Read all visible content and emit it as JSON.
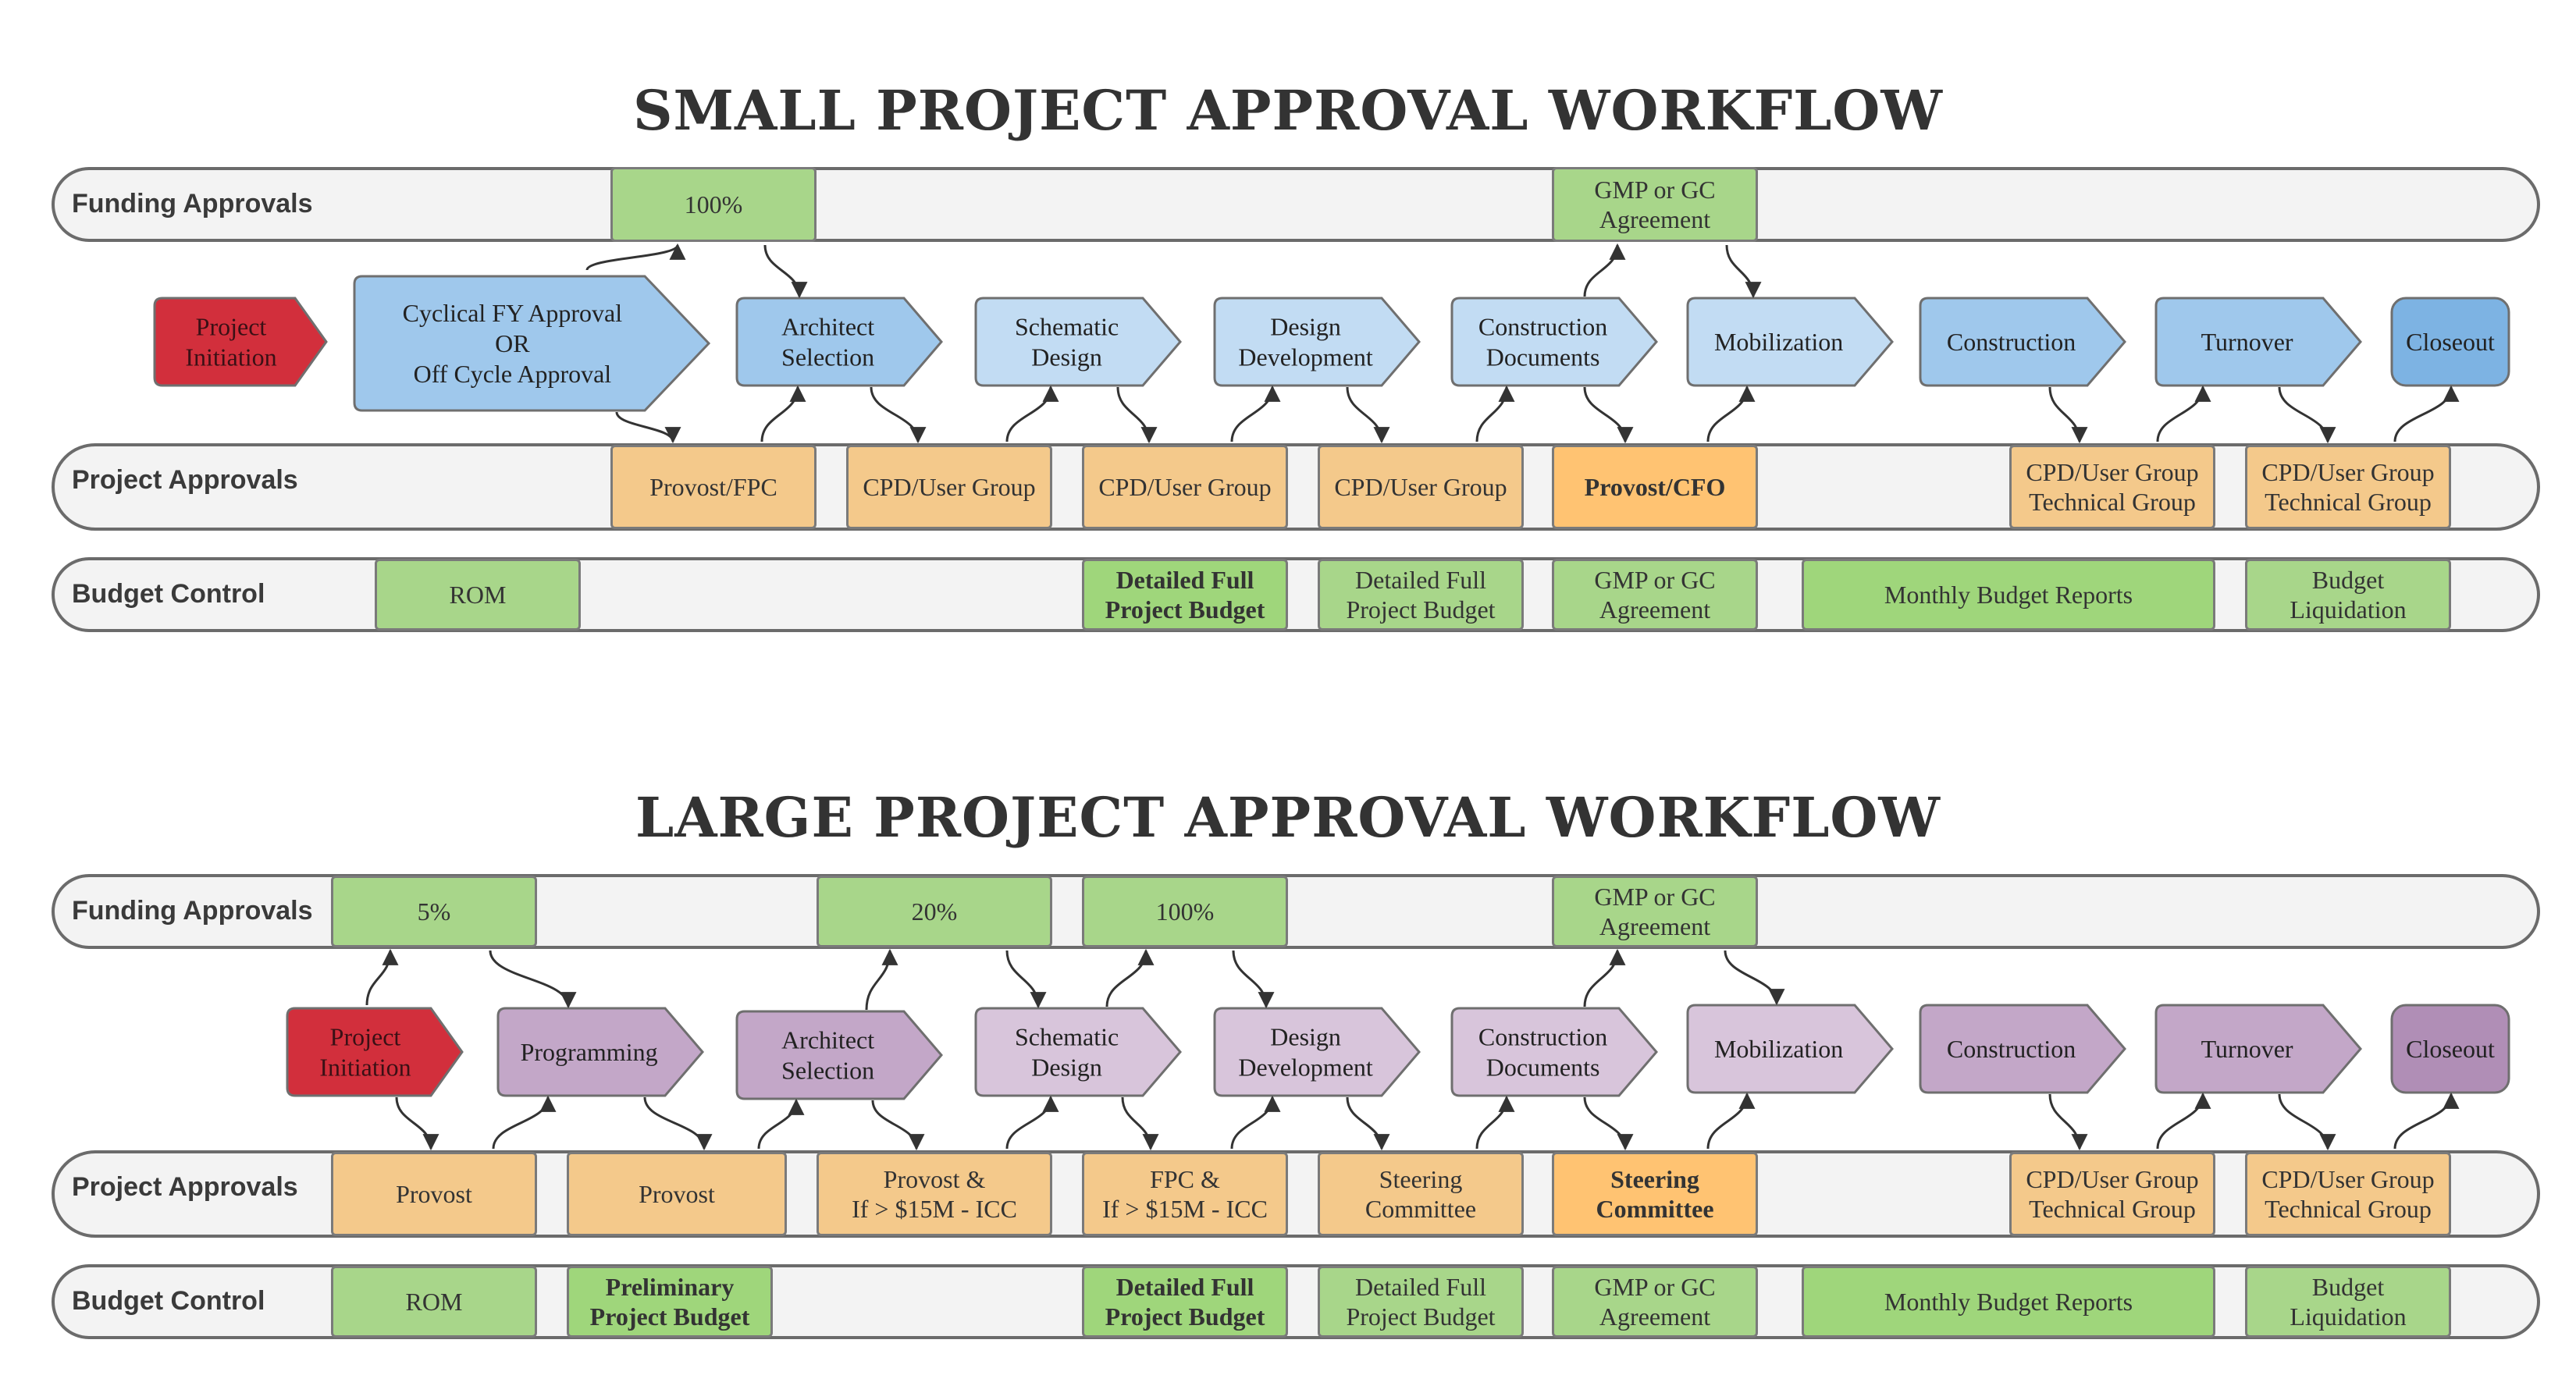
{
  "colors": {
    "red": "#d22f3c",
    "blue_dark": "#7db3e3",
    "blue_mid": "#9fc8ec",
    "blue_light": "#c2dcf3",
    "purple_dark": "#b08eb6",
    "purple_mid": "#c3a7c8",
    "purple_light": "#d8c5db",
    "green": "#a8d68a",
    "orange": "#f4c98b"
  },
  "small": {
    "title": "SMALL PROJECT APPROVAL WORKFLOW",
    "lanes": {
      "funding": "Funding Approvals",
      "project": "Project Approvals",
      "budget": "Budget Control"
    },
    "funding": {
      "f1": "100%",
      "f2": "GMP or GC\nAgreement"
    },
    "steps": {
      "initiation": "Project\nInitiation",
      "cyclical": "Cyclical FY Approval\nOR\nOff Cycle Approval",
      "architect": "Architect\nSelection",
      "schematic": "Schematic\nDesign",
      "design_dev": "Design\nDevelopment",
      "construction_docs": "Construction\nDocuments",
      "mobilization": "Mobilization",
      "construction": "Construction",
      "turnover": "Turnover",
      "closeout": "Closeout"
    },
    "approvals": {
      "a1": "Provost/FPC",
      "a2": "CPD/User Group",
      "a3": "CPD/User Group",
      "a4": "CPD/User Group",
      "a5": "Provost/CFO",
      "a6": "CPD/User Group\nTechnical Group",
      "a7": "CPD/User Group\nTechnical Group"
    },
    "budget": {
      "b1": "ROM",
      "b2": "Detailed Full\nProject Budget",
      "b3": "Detailed Full\nProject Budget",
      "b4": "GMP or GC\nAgreement",
      "b5": "Monthly Budget Reports",
      "b6": "Budget\nLiquidation"
    }
  },
  "large": {
    "title": "LARGE PROJECT APPROVAL WORKFLOW",
    "lanes": {
      "funding": "Funding Approvals",
      "project": "Project Approvals",
      "budget": "Budget Control"
    },
    "funding": {
      "f1": "5%",
      "f2": "20%",
      "f3": "100%",
      "f4": "GMP or GC\nAgreement"
    },
    "steps": {
      "initiation": "Project\nInitiation",
      "programming": "Programming",
      "architect": "Architect\nSelection",
      "schematic": "Schematic\nDesign",
      "design_dev": "Design\nDevelopment",
      "construction_docs": "Construction\nDocuments",
      "mobilization": "Mobilization",
      "construction": "Construction",
      "turnover": "Turnover",
      "closeout": "Closeout"
    },
    "approvals": {
      "a1": "Provost",
      "a2": "Provost",
      "a3": "Provost &\nIf > $15M - ICC",
      "a4": "FPC &\nIf > $15M - ICC",
      "a5": "Steering\nCommittee",
      "a6": "Steering\nCommittee",
      "a7": "CPD/User Group\nTechnical Group",
      "a8": "CPD/User Group\nTechnical Group"
    },
    "budget": {
      "b1": "ROM",
      "b2": "Preliminary\nProject Budget",
      "b3": "Detailed Full\nProject Budget",
      "b4": "Detailed Full\nProject Budget",
      "b5": "GMP or GC\nAgreement",
      "b6": "Monthly Budget Reports",
      "b7": "Budget\nLiquidation"
    }
  }
}
